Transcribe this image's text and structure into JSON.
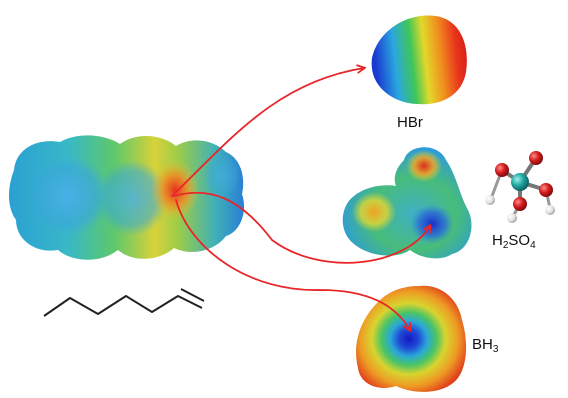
{
  "labels": {
    "hbr": "HBr",
    "h2so4": {
      "a": "H",
      "sub1": "2",
      "b": "SO",
      "sub2": "4"
    },
    "bh3": {
      "a": "BH",
      "sub1": "3"
    }
  },
  "colors": {
    "arrow": "#e8262a",
    "bond": "#222222",
    "sulfur": "#1fa5a0",
    "oxygen": "#d21d1d",
    "hydrogen": "#e6e6e6"
  }
}
